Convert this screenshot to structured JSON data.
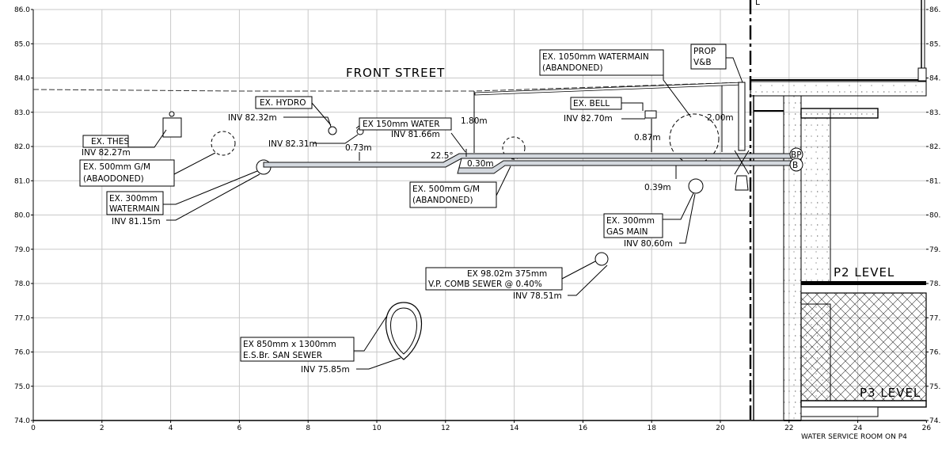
{
  "axes": {
    "x_ticks": [
      "0",
      "2",
      "4",
      "6",
      "8",
      "10",
      "12",
      "14",
      "16",
      "18",
      "20",
      "22",
      "24",
      "26"
    ],
    "y_ticks_left": [
      "86.0",
      "85.0",
      "84.0",
      "83.0",
      "82.0",
      "81.0",
      "80.0",
      "79.0",
      "78.0",
      "77.0",
      "76.0",
      "75.0",
      "74.0"
    ],
    "y_ticks_right": [
      "86.",
      "85.",
      "84.",
      "83.",
      "82.",
      "81.",
      "80.",
      "79.",
      "78.",
      "77.",
      "76.",
      "75.",
      "74."
    ]
  },
  "titles": {
    "street": "FRONT STREET",
    "p2": "P2 LEVEL",
    "p3": "P3 LEVEL",
    "footer": "WATER SERVICE ROOM ON P4",
    "cl_mark": "L"
  },
  "labels": {
    "thes": "EX. THES",
    "thes_inv": "INV 82.27m",
    "gm500_1": "EX. 500mm G/M",
    "gm500_2": "(ABAODONED)",
    "wm300_1": "EX. 300mm",
    "wm300_2": "WATERMAIN",
    "wm300_inv": "INV 81.15m",
    "hydro": "EX. HYDRO",
    "hydro_inv1": "INV 82.32m",
    "hydro_inv2": "INV 82.31m",
    "dim_073": "0.73m",
    "water150": "EX 150mm WATER",
    "water150_inv": "INV 81.66m",
    "dim_180": "1.80m",
    "angle": "22.5°",
    "dim_030": "0.30m",
    "gm500b_1": "EX. 500mm G/M",
    "gm500b_2": "(ABANDONED)",
    "wm1050_1": "EX. 1050mm WATERMAIN",
    "wm1050_2": "(ABANDONED)",
    "bell": "EX. BELL",
    "bell_inv": "INV 82.70m",
    "dim_087": "0.87m",
    "dim_200": "2.00m",
    "prop_1": "PROP",
    "prop_2": "V&B",
    "dim_039": "0.39m",
    "gas_1": "EX. 300mm",
    "gas_2": "GAS MAIN",
    "gas_inv": "INV 80.60m",
    "comb_1": "EX 98.02m 375mm",
    "comb_2": "V.P. COMB SEWER @ 0.40%",
    "comb_inv": "INV 78.51m",
    "san_1": "EX 850mm x 1300mm",
    "san_2": "E.S.Br. SAN SEWER",
    "san_inv": "INV 75.85m",
    "bp": "BP",
    "b": "B"
  }
}
